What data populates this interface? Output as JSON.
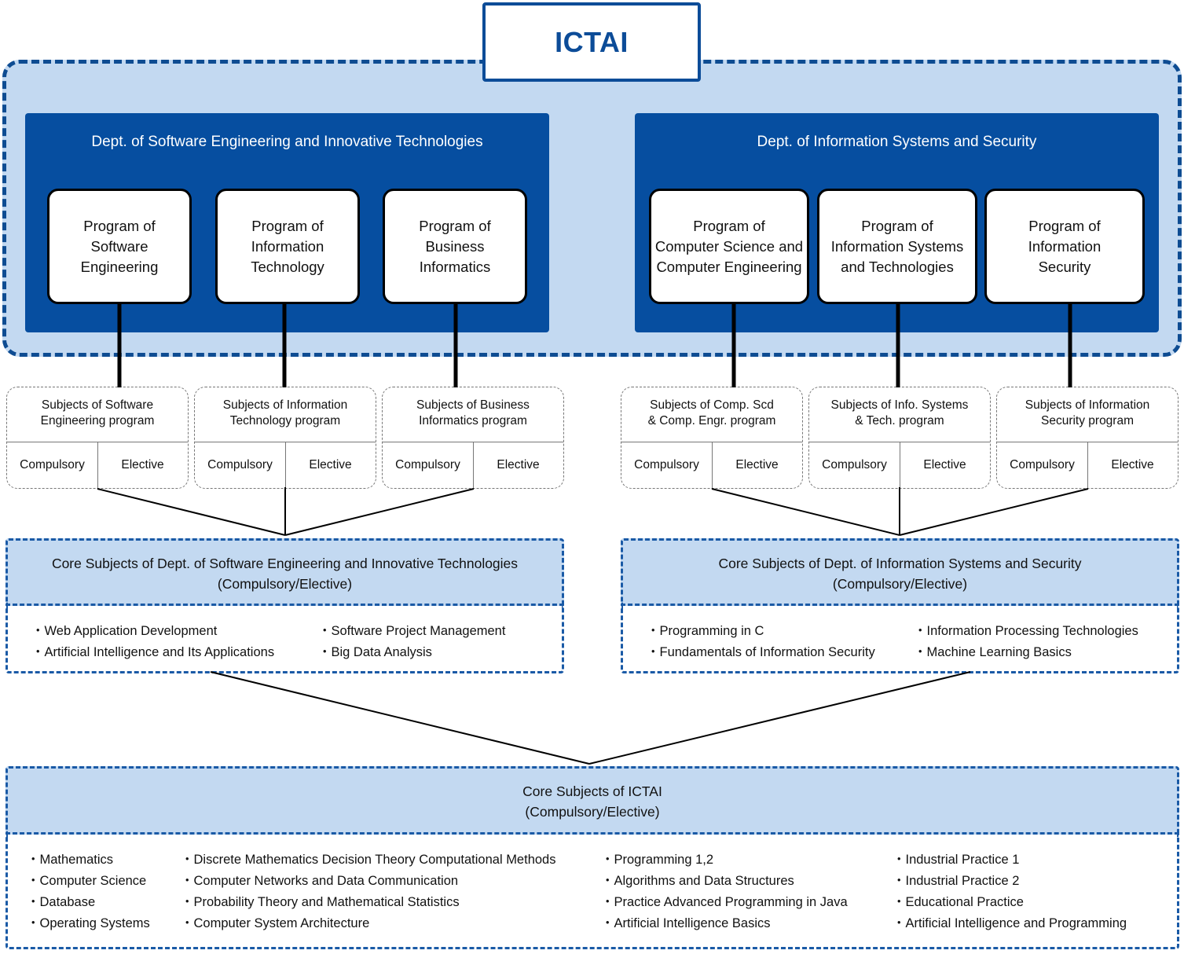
{
  "root": {
    "title": "ICTAI"
  },
  "departments": [
    {
      "title": "Dept. of Software Engineering and Innovative Technologies",
      "programs": [
        {
          "label": "Program of Software Engineering",
          "lines": [
            "Program of",
            "Software",
            "Engineering"
          ]
        },
        {
          "label": "Program of Information Technology",
          "lines": [
            "Program of",
            "Information",
            "Technology"
          ]
        },
        {
          "label": "Program of Business Informatics",
          "lines": [
            "Program of",
            "Business",
            "Informatics"
          ]
        }
      ],
      "subjects": [
        {
          "lines": [
            "Subjects of Software",
            "Engineering program"
          ],
          "compulsory": "Compulsory",
          "elective": "Elective"
        },
        {
          "lines": [
            "Subjects of Information",
            "Technology program"
          ],
          "compulsory": "Compulsory",
          "elective": "Elective"
        },
        {
          "lines": [
            "Subjects of Business",
            "Informatics program"
          ],
          "compulsory": "Compulsory",
          "elective": "Elective"
        }
      ],
      "core": {
        "title": "Core Subjects of Dept. of Software Engineering and Innovative Technologies",
        "subtitle": "(Compulsory/Elective)",
        "items": [
          "Web Application Development",
          "Artificial Intelligence and Its Applications",
          "Software Project Management",
          "Big Data Analysis"
        ]
      }
    },
    {
      "title": "Dept. of Information Systems and Security",
      "programs": [
        {
          "label": "Program of Computer Science and Computer Engineering",
          "lines": [
            "Program of",
            "Computer Science and",
            "Computer Engineering"
          ]
        },
        {
          "label": "Program of Information Systems and Technologies",
          "lines": [
            "Program of",
            "Information Systems",
            "and Technologies"
          ]
        },
        {
          "label": "Program of Information Security",
          "lines": [
            "Program of",
            "Information",
            "Security"
          ]
        }
      ],
      "subjects": [
        {
          "lines": [
            "Subjects of Comp. Scd",
            "& Comp. Engr. program"
          ],
          "compulsory": "Compulsory",
          "elective": "Elective"
        },
        {
          "lines": [
            "Subjects of Info. Systems",
            "& Tech. program"
          ],
          "compulsory": "Compulsory",
          "elective": "Elective"
        },
        {
          "lines": [
            "Subjects of Information",
            "Security program"
          ],
          "compulsory": "Compulsory",
          "elective": "Elective"
        }
      ],
      "core": {
        "title": "Core Subjects of Dept. of Information Systems and Security",
        "subtitle": "(Compulsory/Elective)",
        "items": [
          "Programming in C",
          "Fundamentals of Information Security",
          "Information Processing Technologies",
          "Machine Learning Basics"
        ]
      }
    }
  ],
  "ictai_core": {
    "title": "Core Subjects of ICTAI",
    "subtitle": "(Compulsory/Elective)",
    "columns": [
      [
        "Mathematics",
        "Computer Science",
        "Database",
        "Operating Systems"
      ],
      [
        "Discrete Mathematics Decision Theory Computational Methods",
        "Computer Networks and Data Communication",
        "Probability Theory and Mathematical Statistics",
        "Computer System Architecture"
      ],
      [
        "Programming 1,2",
        "Algorithms and Data Structures",
        "Practice Advanced Programming in Java",
        "Artificial Intelligence Basics"
      ],
      [
        "Industrial Practice 1",
        "Industrial Practice 2",
        "Educational Practice",
        "Artificial Intelligence and Programming"
      ]
    ]
  },
  "colors": {
    "dept_blue": "#064ea0",
    "outer_fill": "#c3d9f1",
    "dashed_border": "#0e4c92",
    "title_blue": "#0c4c98"
  }
}
